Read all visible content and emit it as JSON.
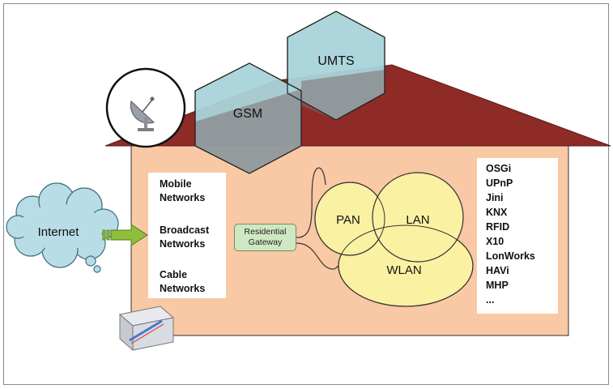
{
  "cells": {
    "umts": "UMTS",
    "gsm": "GSM"
  },
  "cloud": {
    "label": "Internet"
  },
  "access_networks": [
    {
      "line1": "Mobile",
      "line2": "Networks"
    },
    {
      "line1": "Broadcast",
      "line2": "Networks"
    },
    {
      "line1": "Cable",
      "line2": "Networks"
    }
  ],
  "gateway": {
    "line1": "Residential",
    "line2": "Gateway"
  },
  "home_networks": {
    "pan": "PAN",
    "lan": "LAN",
    "wlan": "WLAN"
  },
  "middleware": [
    "OSGi",
    "UPnP",
    "Jini",
    "KNX",
    "RFID",
    "X10",
    "LonWorks",
    "HAVi",
    "MHP",
    "..."
  ],
  "icons": {
    "satellite": "satellite-dish-icon",
    "socket": "cable-socket-icon",
    "arrow": "arrow-right-icon"
  },
  "colors": {
    "house_body": "#f9c8a4",
    "roof": "#8e2b26",
    "hex_fill": "#a9d4da",
    "overlap": "#8a7a7a",
    "cloud": "#b9dde6",
    "ellipse": "#fbf1a2",
    "gateway": "#cfe8c2",
    "arrow": "#8dbf3a"
  }
}
